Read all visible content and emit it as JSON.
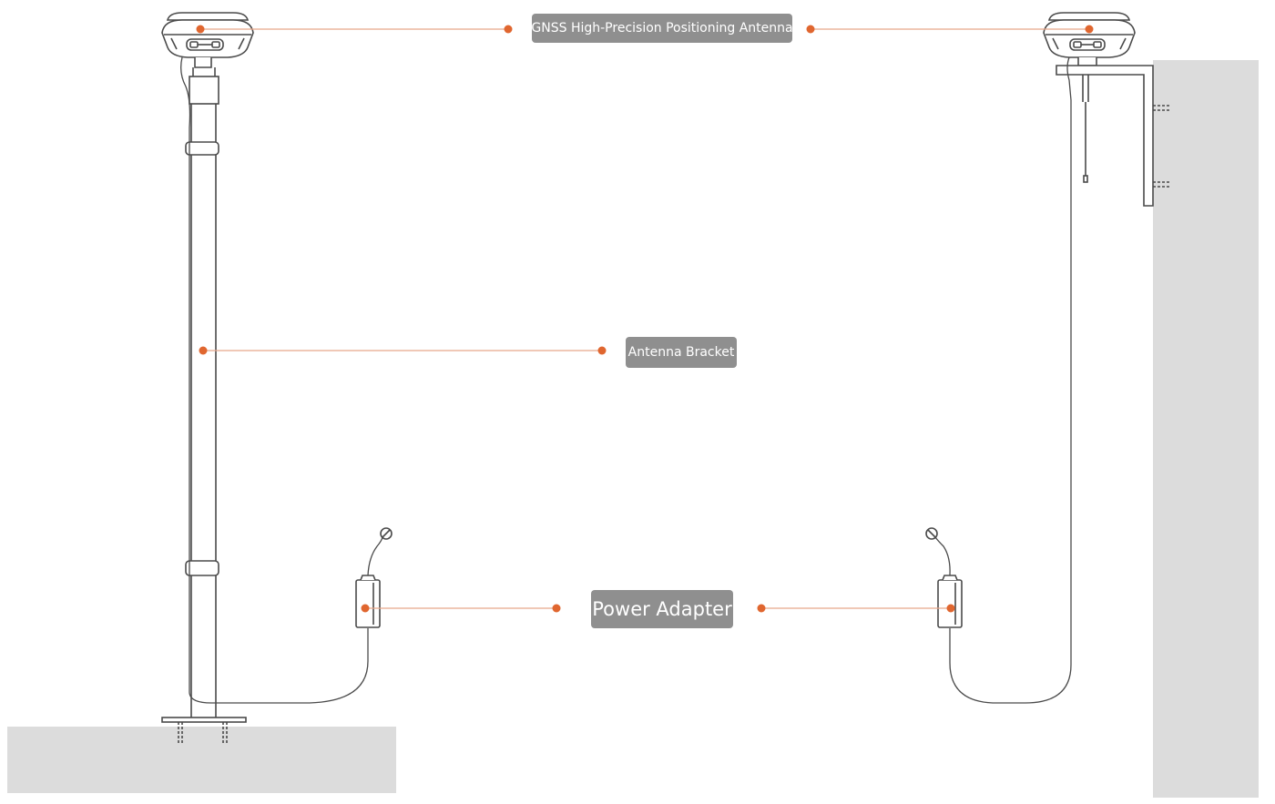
{
  "labels": {
    "antenna": "GNSS High-Precision Positioning Antenna",
    "bracket": "Antenna Bracket",
    "adapter": "Power Adapter"
  },
  "colors": {
    "accent": "#e0662f",
    "leader_line": "#e8a68a",
    "label_bg": "#8f8f8f",
    "ground": "#dcdcdc",
    "outline": "#4a4a4a"
  },
  "icons": [
    "gnss-antenna-icon",
    "power-adapter-icon",
    "power-plug-icon",
    "wall-bracket-icon",
    "pole-icon"
  ]
}
